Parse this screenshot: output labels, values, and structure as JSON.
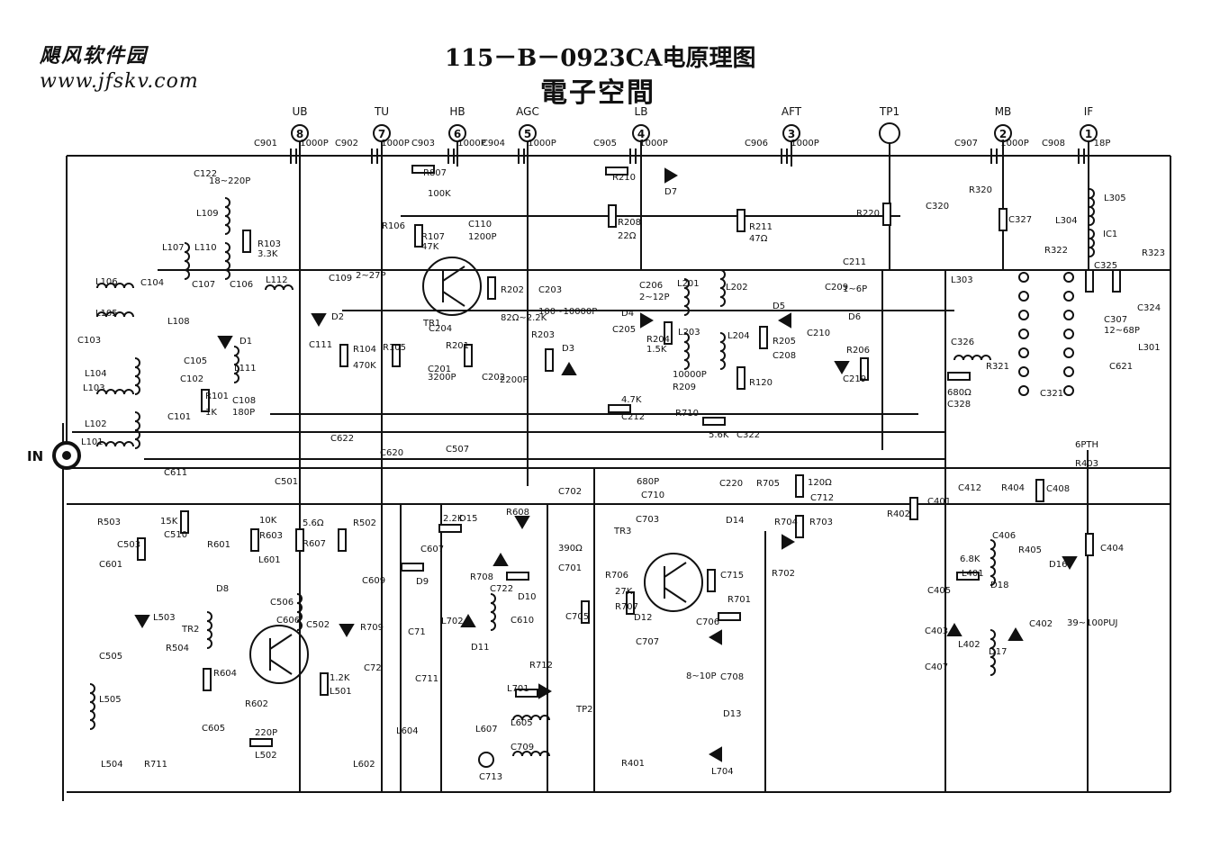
{
  "header": {
    "brand_line1": "飓风软件园",
    "brand_line2": "www.jfskv.com",
    "title": "115－B－0923CA电原理图",
    "subtitle": "電子空間"
  },
  "input_label": "IN",
  "terminals": [
    {
      "num": "8",
      "name": "UB"
    },
    {
      "num": "7",
      "name": "TU"
    },
    {
      "num": "6",
      "name": "HB"
    },
    {
      "num": "5",
      "name": "AGC"
    },
    {
      "num": "4",
      "name": "LB"
    },
    {
      "num": "3",
      "name": "AFT"
    },
    {
      "num": "",
      "name": "TP1"
    },
    {
      "num": "2",
      "name": "MB"
    },
    {
      "num": "1",
      "name": "IF"
    }
  ],
  "feedthrough_caps": [
    {
      "name": "C901",
      "value": "1000P"
    },
    {
      "name": "C902",
      "value": "1000P"
    },
    {
      "name": "C903",
      "value": "1000P"
    },
    {
      "name": "C904",
      "value": "1000P"
    },
    {
      "name": "C905",
      "value": "1000P"
    },
    {
      "name": "C906",
      "value": "1000P"
    },
    {
      "name": "C907",
      "value": "1000P"
    },
    {
      "name": "C908",
      "value": "18P"
    }
  ],
  "component_labels": [
    {
      "text": "C122"
    },
    {
      "text": "18~220P"
    },
    {
      "text": "L109"
    },
    {
      "text": "L107"
    },
    {
      "text": "L110"
    },
    {
      "text": "R103"
    },
    {
      "text": "3.3K"
    },
    {
      "text": "L106"
    },
    {
      "text": "C104"
    },
    {
      "text": "C107"
    },
    {
      "text": "C106"
    },
    {
      "text": "L112"
    },
    {
      "text": "L105"
    },
    {
      "text": "L108"
    },
    {
      "text": "C103"
    },
    {
      "text": "D1"
    },
    {
      "text": "C105"
    },
    {
      "text": "L111"
    },
    {
      "text": "L104"
    },
    {
      "text": "C102"
    },
    {
      "text": "L103"
    },
    {
      "text": "R101"
    },
    {
      "text": "1K"
    },
    {
      "text": "C108"
    },
    {
      "text": "180P"
    },
    {
      "text": "L102"
    },
    {
      "text": "C101"
    },
    {
      "text": "L101"
    },
    {
      "text": "R807"
    },
    {
      "text": "100K"
    },
    {
      "text": "R106"
    },
    {
      "text": "R107"
    },
    {
      "text": "47K"
    },
    {
      "text": "C110"
    },
    {
      "text": "1200P"
    },
    {
      "text": "R208"
    },
    {
      "text": "22Ω"
    },
    {
      "text": "R210"
    },
    {
      "text": "D7"
    },
    {
      "text": "R211"
    },
    {
      "text": "47Ω"
    },
    {
      "text": "R220"
    },
    {
      "text": "C109"
    },
    {
      "text": "2~27P"
    },
    {
      "text": "D2"
    },
    {
      "text": "TR1"
    },
    {
      "text": "R202"
    },
    {
      "text": "82Ω~2.2K"
    },
    {
      "text": "C203"
    },
    {
      "text": "100~10000P"
    },
    {
      "text": "C206"
    },
    {
      "text": "2~12P"
    },
    {
      "text": "L201"
    },
    {
      "text": "L202"
    },
    {
      "text": "D5"
    },
    {
      "text": "C209"
    },
    {
      "text": "C211"
    },
    {
      "text": "1~6P"
    },
    {
      "text": "C111"
    },
    {
      "text": "R104"
    },
    {
      "text": "470K"
    },
    {
      "text": "C204"
    },
    {
      "text": "R105"
    },
    {
      "text": "R201"
    },
    {
      "text": "C201"
    },
    {
      "text": "3200P"
    },
    {
      "text": "C202"
    },
    {
      "text": "2200P"
    },
    {
      "text": "R203"
    },
    {
      "text": "D3"
    },
    {
      "text": "D4"
    },
    {
      "text": "C205"
    },
    {
      "text": "R204"
    },
    {
      "text": "1.5K"
    },
    {
      "text": "L203"
    },
    {
      "text": "L204"
    },
    {
      "text": "R205"
    },
    {
      "text": "C208"
    },
    {
      "text": "C210"
    },
    {
      "text": "D6"
    },
    {
      "text": "R206"
    },
    {
      "text": "C219"
    },
    {
      "text": "10000P"
    },
    {
      "text": "R209"
    },
    {
      "text": "R120"
    },
    {
      "text": "4.7K"
    },
    {
      "text": "C212"
    },
    {
      "text": "R710"
    },
    {
      "text": "5.6K"
    },
    {
      "text": "C322"
    },
    {
      "text": "C320"
    },
    {
      "text": "R320"
    },
    {
      "text": "C327"
    },
    {
      "text": "L304"
    },
    {
      "text": "L305"
    },
    {
      "text": "IC1"
    },
    {
      "text": "R322"
    },
    {
      "text": "R323"
    },
    {
      "text": "C325"
    },
    {
      "text": "L303"
    },
    {
      "text": "C324"
    },
    {
      "text": "C307"
    },
    {
      "text": "12~68P"
    },
    {
      "text": "L301"
    },
    {
      "text": "C326"
    },
    {
      "text": "R321"
    },
    {
      "text": "680Ω"
    },
    {
      "text": "C328"
    },
    {
      "text": "C321"
    },
    {
      "text": "C621"
    },
    {
      "text": "C622"
    },
    {
      "text": "C620"
    },
    {
      "text": "C507"
    },
    {
      "text": "C611"
    },
    {
      "text": "C501"
    },
    {
      "text": "R503"
    },
    {
      "text": "15K"
    },
    {
      "text": "C510"
    },
    {
      "text": "R601"
    },
    {
      "text": "10K"
    },
    {
      "text": "R603"
    },
    {
      "text": "5.6Ω"
    },
    {
      "text": "R607"
    },
    {
      "text": "R502"
    },
    {
      "text": "C503"
    },
    {
      "text": "C601"
    },
    {
      "text": "L601"
    },
    {
      "text": "C506"
    },
    {
      "text": "D8"
    },
    {
      "text": "L503"
    },
    {
      "text": "TR2"
    },
    {
      "text": "C606"
    },
    {
      "text": "C502"
    },
    {
      "text": "C505"
    },
    {
      "text": "R504"
    },
    {
      "text": "R604"
    },
    {
      "text": "1.2K"
    },
    {
      "text": "L501"
    },
    {
      "text": "L505"
    },
    {
      "text": "C605"
    },
    {
      "text": "R602"
    },
    {
      "text": "220P"
    },
    {
      "text": "L502"
    },
    {
      "text": "L504"
    },
    {
      "text": "R711"
    },
    {
      "text": "2.2K"
    },
    {
      "text": "D15"
    },
    {
      "text": "C722"
    },
    {
      "text": "R608"
    },
    {
      "text": "C607"
    },
    {
      "text": "C609"
    },
    {
      "text": "D9"
    },
    {
      "text": "R709"
    },
    {
      "text": "R708"
    },
    {
      "text": "D10"
    },
    {
      "text": "L702"
    },
    {
      "text": "C610"
    },
    {
      "text": "C71"
    },
    {
      "text": "C72"
    },
    {
      "text": "C711"
    },
    {
      "text": "D11"
    },
    {
      "text": "R712"
    },
    {
      "text": "L701"
    },
    {
      "text": "L605"
    },
    {
      "text": "L607"
    },
    {
      "text": "L604"
    },
    {
      "text": "L602"
    },
    {
      "text": "C709"
    },
    {
      "text": "TP2"
    },
    {
      "text": "C713"
    },
    {
      "text": "680P"
    },
    {
      "text": "C710"
    },
    {
      "text": "C220"
    },
    {
      "text": "R705"
    },
    {
      "text": "120Ω"
    },
    {
      "text": "C712"
    },
    {
      "text": "C702"
    },
    {
      "text": "TR3"
    },
    {
      "text": "C703"
    },
    {
      "text": "D14"
    },
    {
      "text": "R704"
    },
    {
      "text": "R703"
    },
    {
      "text": "390Ω"
    },
    {
      "text": "C701"
    },
    {
      "text": "R706"
    },
    {
      "text": "C715"
    },
    {
      "text": "R702"
    },
    {
      "text": "27K"
    },
    {
      "text": "R707"
    },
    {
      "text": "R701"
    },
    {
      "text": "C705"
    },
    {
      "text": "D12"
    },
    {
      "text": "C706"
    },
    {
      "text": "C707"
    },
    {
      "text": "8~10P"
    },
    {
      "text": "C708"
    },
    {
      "text": "D13"
    },
    {
      "text": "L704"
    },
    {
      "text": "R401"
    },
    {
      "text": "R402"
    },
    {
      "text": "C401"
    },
    {
      "text": "C412"
    },
    {
      "text": "R404"
    },
    {
      "text": "C408"
    },
    {
      "text": "6PTH"
    },
    {
      "text": "R403"
    },
    {
      "text": "6.8K"
    },
    {
      "text": "L401"
    },
    {
      "text": "C406"
    },
    {
      "text": "R405"
    },
    {
      "text": "C404"
    },
    {
      "text": "C405"
    },
    {
      "text": "D18"
    },
    {
      "text": "D16"
    },
    {
      "text": "C403"
    },
    {
      "text": "L402"
    },
    {
      "text": "D17"
    },
    {
      "text": "C402"
    },
    {
      "text": "C407"
    },
    {
      "text": "39~100PUJ"
    }
  ]
}
